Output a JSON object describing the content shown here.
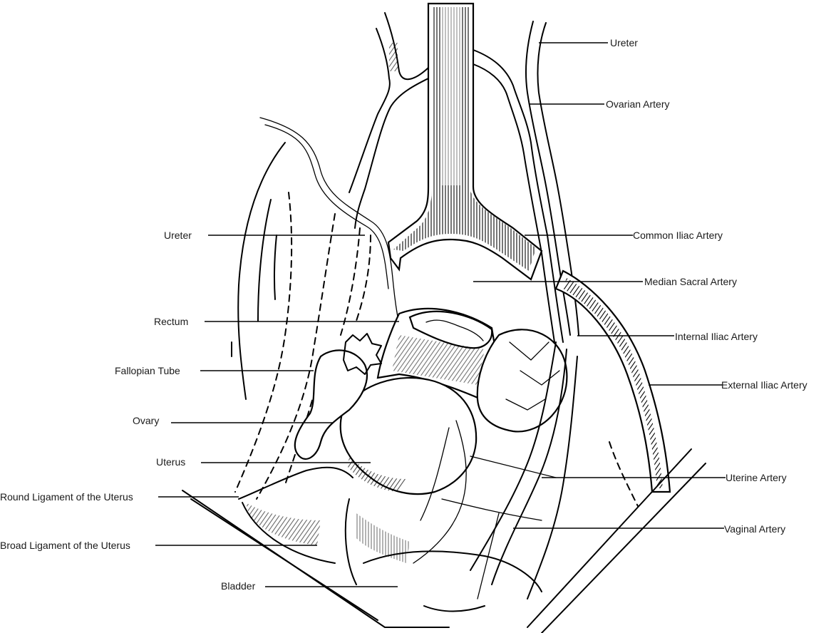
{
  "labels": {
    "ureter_right": "Ureter",
    "ovarian_artery": "Ovarian Artery",
    "ureter_left": "Ureter",
    "common_iliac_artery": "Common Iliac Artery",
    "median_sacral_artery": "Median Sacral Artery",
    "rectum": "Rectum",
    "internal_iliac_artery": "Internal Iliac Artery",
    "fallopian_tube": "Fallopian Tube",
    "external_iliac_artery": "External Iliac Artery",
    "ovary": "Ovary",
    "uterus": "Uterus",
    "uterine_artery": "Uterine Artery",
    "round_ligament": "Round Ligament of the Uterus",
    "vaginal_artery": "Vaginal Artery",
    "broad_ligament": "Broad Ligament of the Uterus",
    "bladder": "Bladder"
  }
}
